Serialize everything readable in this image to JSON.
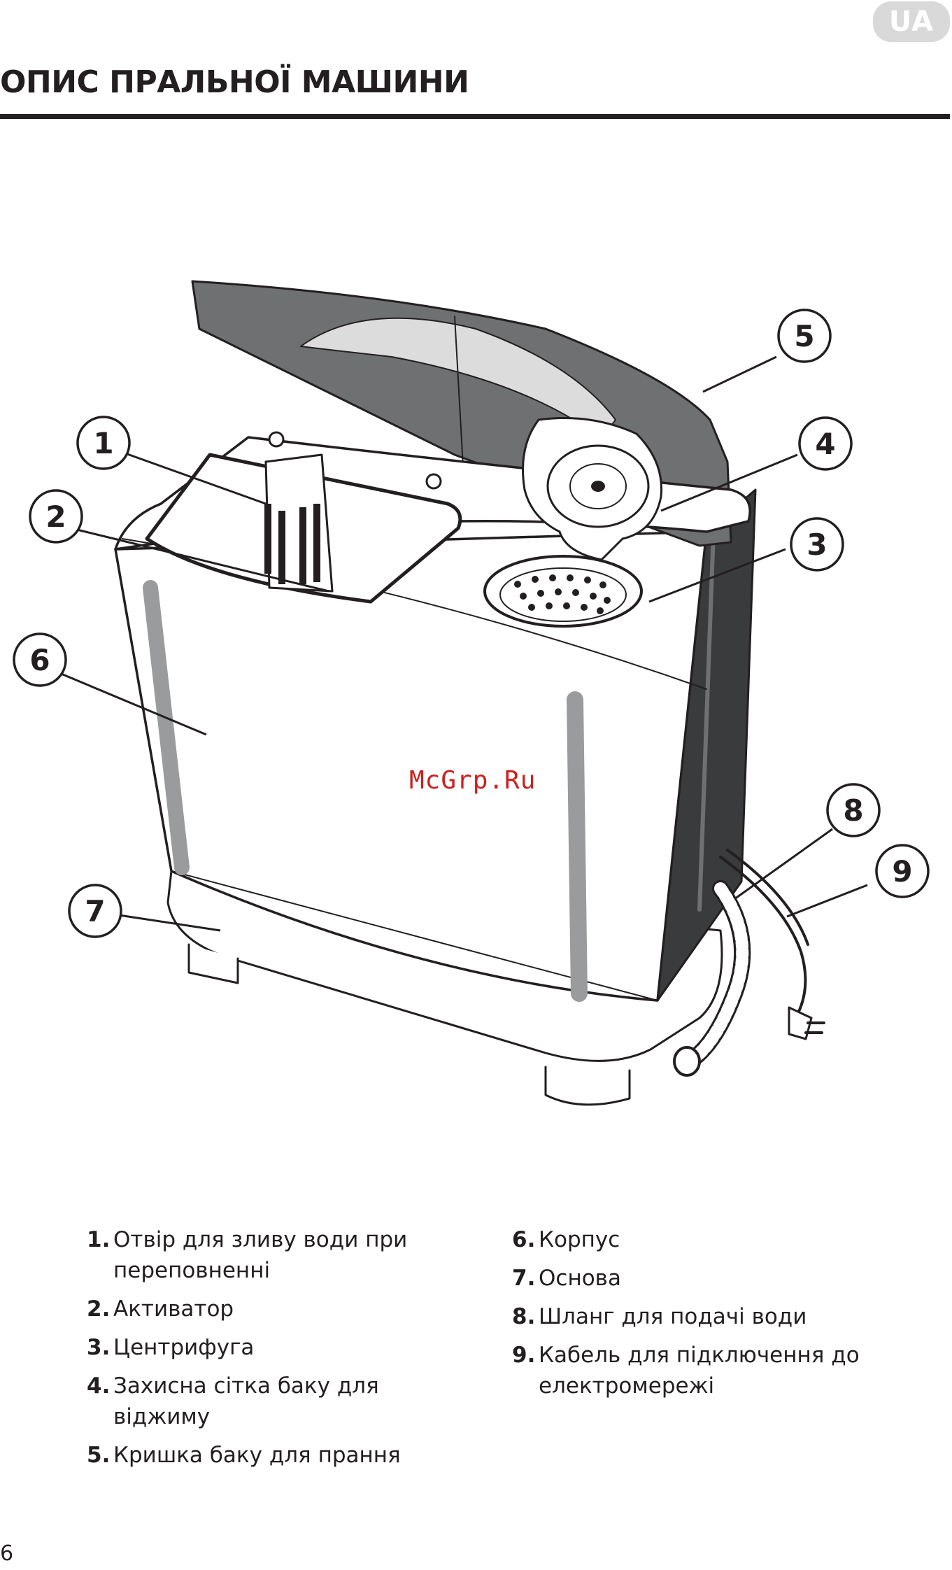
{
  "header": {
    "lang_badge": "UA",
    "title": "ОПИС ПРАЛЬНОЇ МАШИНИ"
  },
  "diagram": {
    "callouts": [
      "1",
      "2",
      "3",
      "4",
      "5",
      "6",
      "7",
      "8",
      "9"
    ],
    "watermark": "McGrp.Ru"
  },
  "legend": {
    "left": [
      {
        "num": "1.",
        "text": "Отвір для зливу води при переповненні"
      },
      {
        "num": "2.",
        "text": "Активатор"
      },
      {
        "num": "3.",
        "text": "Центрифуга"
      },
      {
        "num": "4.",
        "text": "Захисна сітка баку для віджиму"
      },
      {
        "num": "5.",
        "text": "Кришка баку для прання"
      }
    ],
    "right": [
      {
        "num": "6.",
        "text": "Корпус"
      },
      {
        "num": "7.",
        "text": "Основа"
      },
      {
        "num": "8.",
        "text": "Шланг для подачі води"
      },
      {
        "num": "9.",
        "text": "Кабель для підключення до електромережі"
      }
    ]
  },
  "footer": {
    "page_number": "6"
  },
  "colors": {
    "text": "#231f20",
    "badge": "#d9d9d9",
    "lid": "#6f7072",
    "watermark": "#cc1f1f"
  }
}
